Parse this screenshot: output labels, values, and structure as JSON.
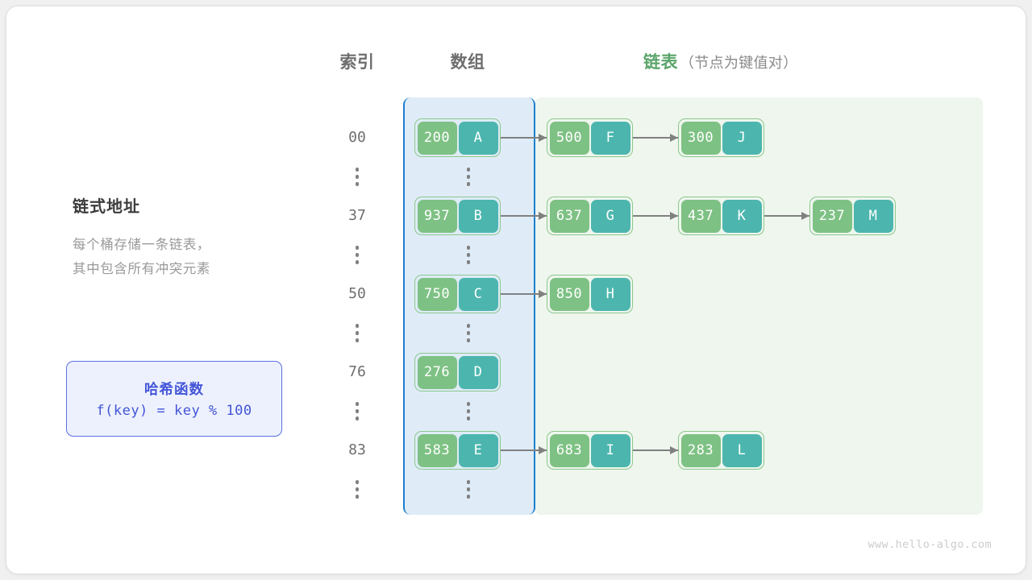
{
  "headings": {
    "index": "索引",
    "array": "数组",
    "list": "链表",
    "list_note": "（节点为键值对）"
  },
  "left_panel": {
    "title": "链式地址",
    "desc_line1": "每个桶存储一条链表，",
    "desc_line2": "其中包含所有冲突元素"
  },
  "hash_box": {
    "title": "哈希函数",
    "formula": "f(key) = key % 100"
  },
  "rows": [
    {
      "index": "00",
      "nodes": [
        {
          "key": "200",
          "val": "A"
        },
        {
          "key": "500",
          "val": "F"
        },
        {
          "key": "300",
          "val": "J"
        }
      ]
    },
    {
      "index": "37",
      "nodes": [
        {
          "key": "937",
          "val": "B"
        },
        {
          "key": "637",
          "val": "G"
        },
        {
          "key": "437",
          "val": "K"
        },
        {
          "key": "237",
          "val": "M"
        }
      ]
    },
    {
      "index": "50",
      "nodes": [
        {
          "key": "750",
          "val": "C"
        },
        {
          "key": "850",
          "val": "H"
        }
      ]
    },
    {
      "index": "76",
      "nodes": [
        {
          "key": "276",
          "val": "D"
        }
      ]
    },
    {
      "index": "83",
      "nodes": [
        {
          "key": "583",
          "val": "E"
        },
        {
          "key": "683",
          "val": "I"
        },
        {
          "key": "283",
          "val": "L"
        }
      ]
    }
  ],
  "ellipsis_count": 5,
  "watermark": "www.hello-algo.com",
  "colors": {
    "key_cell": "#7ec184",
    "value_cell": "#4cb6ae",
    "node_border": "#8cc78c",
    "array_border": "#1d7fd0",
    "array_fill": "#dfecf8",
    "list_fill": "#eef6ee",
    "heading_green": "#5aa469",
    "hash_blue": "#4355d8",
    "arrow_gray": "#808080"
  }
}
